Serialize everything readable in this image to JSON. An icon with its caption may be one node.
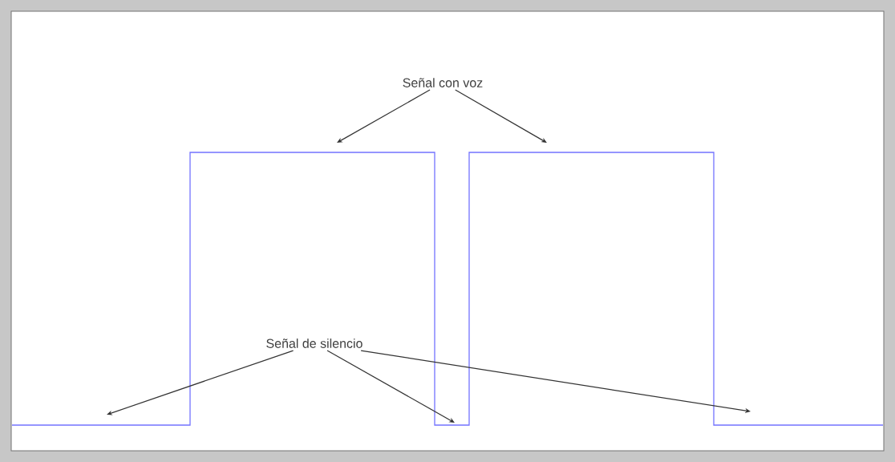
{
  "diagram": {
    "nodes": [
      {
        "text": [
          "Señal con voz"
        ]
      },
      {
        "text": [
          "Señal de silencio"
        ]
      }
    ],
    "edges": [
      {
        "from": 0,
        "to": null,
        "arrow": "to"
      },
      {
        "from": 0,
        "to": null,
        "arrow": "to"
      },
      {
        "from": 1,
        "to": null,
        "arrow": "to"
      },
      {
        "from": 1,
        "to": null,
        "arrow": "to"
      },
      {
        "from": 1,
        "to": null,
        "arrow": "to"
      }
    ]
  }
}
